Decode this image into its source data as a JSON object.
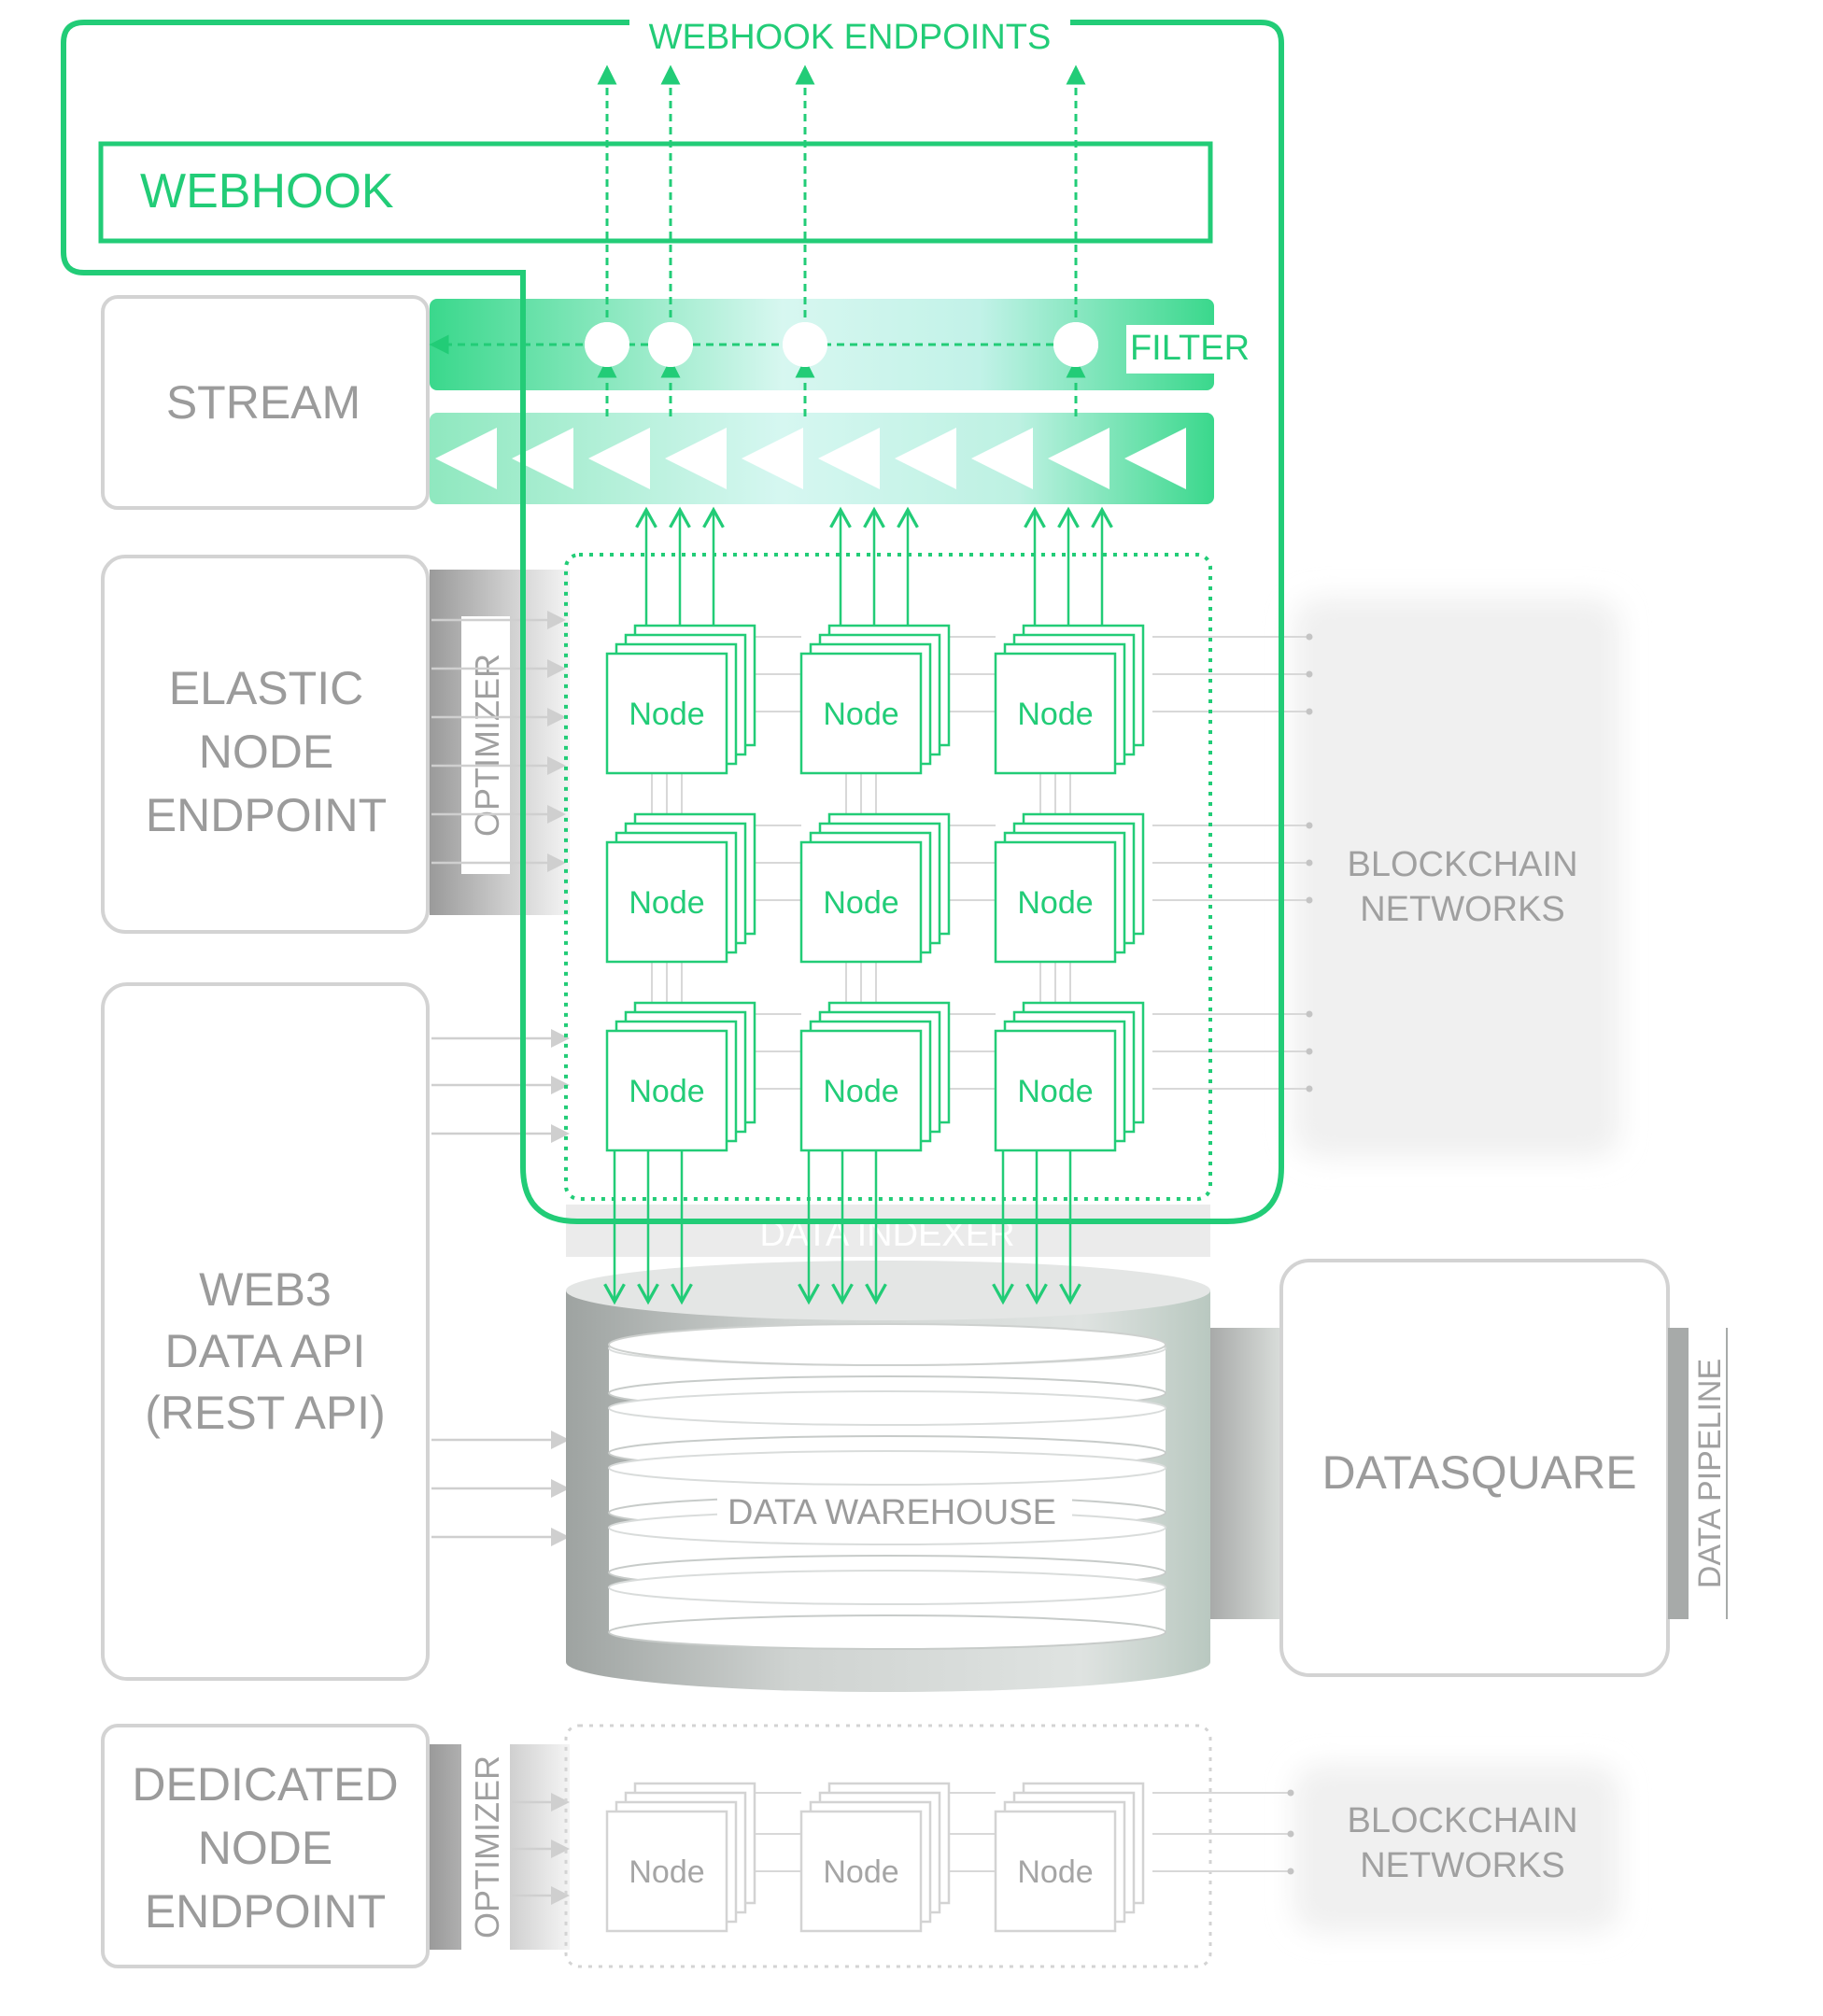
{
  "colors": {
    "accent": "#22cc77",
    "accent_light": "#c8f5e4",
    "gray_text": "#9a9a9a",
    "gray_line": "#cfcfcf",
    "gray_fill": "#f2f2f2"
  },
  "webhook": {
    "endpoints_label": "WEBHOOK ENDPOINTS",
    "box_label": "WEBHOOK"
  },
  "filter_label": "FILTER",
  "left_panels": {
    "stream": "STREAM",
    "elastic": [
      "ELASTIC",
      "NODE",
      "ENDPOINT"
    ],
    "web3": [
      "WEB3",
      "DATA API",
      "(REST API)"
    ],
    "dedicated": [
      "DEDICATED",
      "NODE",
      "ENDPOINT"
    ]
  },
  "optimizer_label": "OPTIMIZER",
  "node_label": "Node",
  "blockchain_networks": [
    "BLOCKCHAIN",
    "NETWORKS"
  ],
  "data_indexer_label": "DATA INDEXER",
  "data_warehouse_label": "DATA WAREHOUSE",
  "datasquare_label": "DATASQUARE",
  "data_pipeline_label": "DATA PIPELINE"
}
